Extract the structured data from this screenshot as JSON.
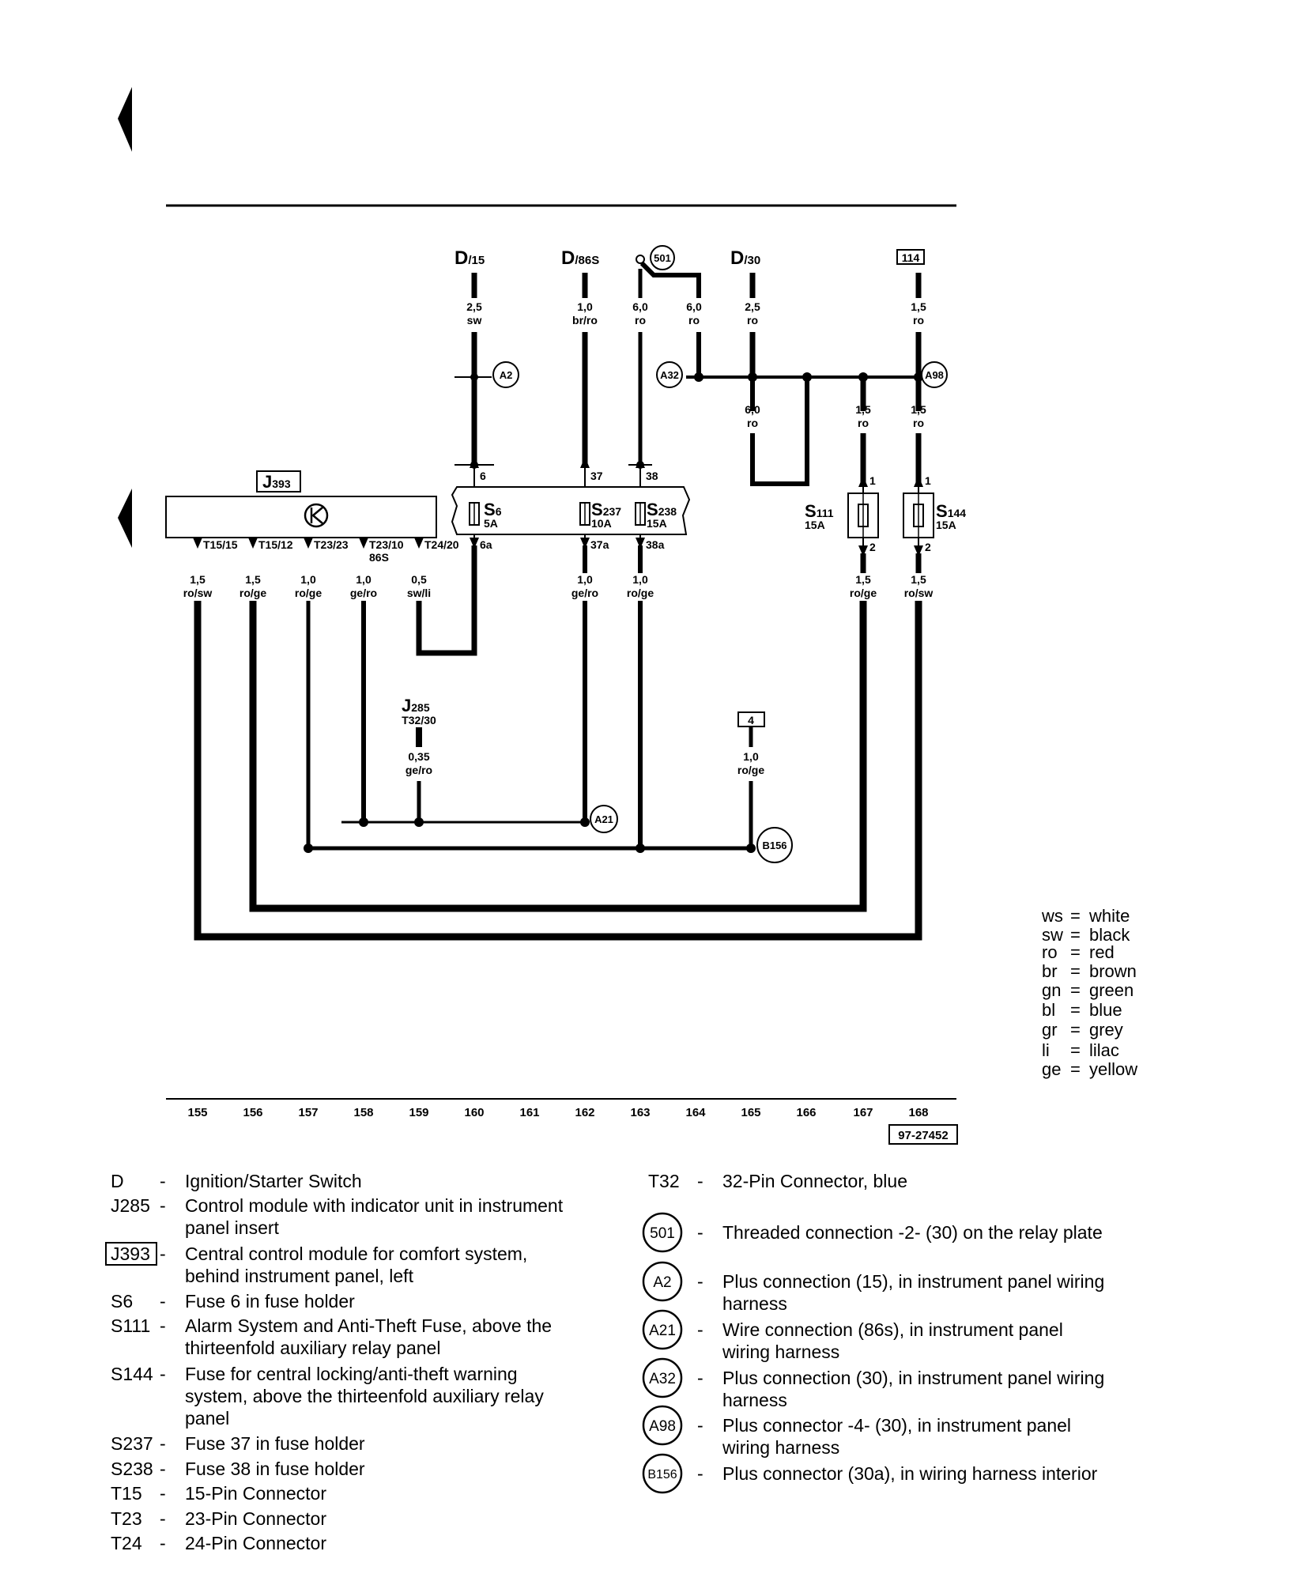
{
  "doc_id": "97-27452",
  "columns": [
    "155",
    "156",
    "157",
    "158",
    "159",
    "160",
    "161",
    "162",
    "163",
    "164",
    "165",
    "166",
    "167",
    "168"
  ],
  "terminals": {
    "d15": {
      "main": "D",
      "sub": "/15"
    },
    "d86s": {
      "main": "D",
      "sub": "/86S"
    },
    "d30": {
      "main": "D",
      "sub": "/30"
    },
    "box114": "114",
    "box4": "4",
    "j285": {
      "main": "J",
      "sub": "285",
      "pin": "T32/30"
    }
  },
  "wires": {
    "d15": {
      "size": "2,5",
      "color": "sw"
    },
    "d86s": {
      "size": "1,0",
      "color": "br/ro"
    },
    "c501a": {
      "size": "6,0",
      "color": "ro"
    },
    "c501b": {
      "size": "6,0",
      "color": "ro"
    },
    "d30": {
      "size": "2,5",
      "color": "ro"
    },
    "w114": {
      "size": "1,5",
      "color": "ro"
    },
    "loop": {
      "size": "6,0",
      "color": "ro"
    },
    "s111in": {
      "size": "1,5",
      "color": "ro"
    },
    "s144in": {
      "size": "1,5",
      "color": "ro"
    },
    "t1515": {
      "size": "1,5",
      "color": "ro/sw"
    },
    "t1512": {
      "size": "1,5",
      "color": "ro/ge"
    },
    "t2323": {
      "size": "1,0",
      "color": "ro/ge"
    },
    "t2310": {
      "size": "1,0",
      "color": "ge/ro"
    },
    "t2420": {
      "size": "0,5",
      "color": "sw/li"
    },
    "s237out": {
      "size": "1,0",
      "color": "ge/ro"
    },
    "s238out": {
      "size": "1,0",
      "color": "ro/ge"
    },
    "s111out": {
      "size": "1,5",
      "color": "ro/ge"
    },
    "s144out": {
      "size": "1,5",
      "color": "ro/sw"
    },
    "j285": {
      "size": "0,35",
      "color": "ge/ro"
    },
    "box4": {
      "size": "1,0",
      "color": "ro/ge"
    }
  },
  "connections": [
    "501",
    "A2",
    "A32",
    "A98",
    "A21",
    "B156"
  ],
  "module": {
    "code_main": "J",
    "code_sub": "393",
    "symbol": "key-symbol"
  },
  "pins": [
    "T15/15",
    "T15/12",
    "T23/23",
    "T23/10",
    "T24/20"
  ],
  "pin_extra": "86S",
  "fuses": {
    "s6": {
      "main": "S",
      "sub": "6",
      "amp": "5A",
      "pin_in": "6",
      "pin_out": "6a"
    },
    "s237": {
      "main": "S",
      "sub": "237",
      "amp": "10A",
      "pin_in": "37",
      "pin_out": "37a"
    },
    "s238": {
      "main": "S",
      "sub": "238",
      "amp": "15A",
      "pin_in": "38",
      "pin_out": "38a"
    },
    "s111": {
      "main": "S",
      "sub": "111",
      "amp": "15A",
      "pin_in": "1",
      "pin_out": "2"
    },
    "s144": {
      "main": "S",
      "sub": "144",
      "amp": "15A",
      "pin_in": "1",
      "pin_out": "2"
    }
  },
  "color_legend": [
    {
      "code": "ws",
      "name": "white"
    },
    {
      "code": "sw",
      "name": "black"
    },
    {
      "code": "ro",
      "name": "red"
    },
    {
      "code": "br",
      "name": "brown"
    },
    {
      "code": "gn",
      "name": "green"
    },
    {
      "code": "bl",
      "name": "blue"
    },
    {
      "code": "gr",
      "name": "grey"
    },
    {
      "code": "li",
      "name": "lilac"
    },
    {
      "code": "ge",
      "name": "yellow"
    }
  ],
  "legend_left": [
    {
      "code": "D",
      "dash": "-",
      "lines": [
        "Ignition/Starter Switch"
      ]
    },
    {
      "code": "J285",
      "dash": "-",
      "lines": [
        "Control module with indicator unit in instrument",
        "panel insert"
      ]
    },
    {
      "code": "J393",
      "dash": "-",
      "boxed": true,
      "lines": [
        "Central control module for comfort system,",
        "behind instrument panel, left"
      ]
    },
    {
      "code": "S6",
      "dash": "-",
      "lines": [
        "Fuse 6 in fuse holder"
      ]
    },
    {
      "code": "S111",
      "dash": "-",
      "lines": [
        "Alarm System and Anti-Theft Fuse, above the",
        "thirteenfold auxiliary relay panel"
      ]
    },
    {
      "code": "S144",
      "dash": "-",
      "lines": [
        "Fuse for central locking/anti-theft warning",
        "system, above the thirteenfold auxiliary relay",
        "panel"
      ]
    },
    {
      "code": "S237",
      "dash": "-",
      "lines": [
        "Fuse 37 in fuse holder"
      ]
    },
    {
      "code": "S238",
      "dash": "-",
      "lines": [
        "Fuse 38 in fuse holder"
      ]
    },
    {
      "code": "T15",
      "dash": "-",
      "lines": [
        "15-Pin Connector"
      ]
    },
    {
      "code": "T23",
      "dash": "-",
      "lines": [
        "23-Pin Connector"
      ]
    },
    {
      "code": "T24",
      "dash": "-",
      "lines": [
        "24-Pin Connector"
      ]
    }
  ],
  "legend_right": [
    {
      "code": "T32",
      "dash": "-",
      "lines": [
        "32-Pin Connector, blue"
      ]
    },
    {
      "code": "501",
      "dash": "-",
      "circled": true,
      "lines": [
        "Threaded connection -2- (30) on the relay plate"
      ]
    },
    {
      "code": "A2",
      "dash": "-",
      "circled": true,
      "lines": [
        "Plus connection (15), in instrument panel wiring",
        "harness"
      ]
    },
    {
      "code": "A21",
      "dash": "-",
      "circled": true,
      "lines": [
        "Wire connection (86s), in instrument panel",
        "wiring harness"
      ]
    },
    {
      "code": "A32",
      "dash": "-",
      "circled": true,
      "lines": [
        "Plus connection (30), in instrument panel wiring",
        "harness"
      ]
    },
    {
      "code": "A98",
      "dash": "-",
      "circled": true,
      "lines": [
        "Plus connector -4- (30), in instrument panel",
        "wiring harness"
      ]
    },
    {
      "code": "B156",
      "dash": "-",
      "circled": true,
      "lines": [
        "Plus connector (30a), in wiring harness interior"
      ]
    }
  ]
}
